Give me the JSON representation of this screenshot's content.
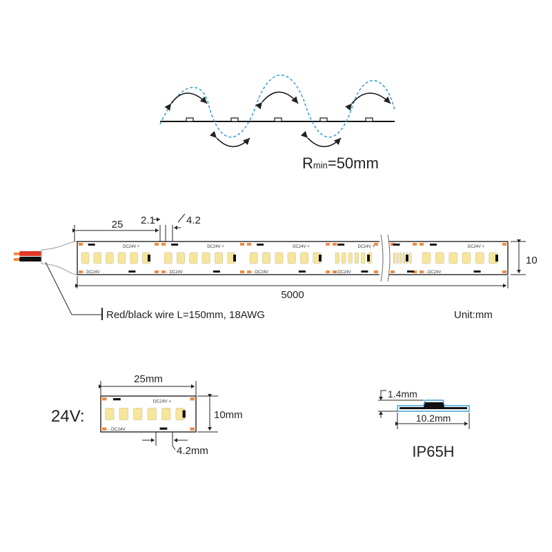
{
  "bend": {
    "r_main": "R",
    "r_sub": "min",
    "r_value": "=50mm"
  },
  "strip": {
    "dim_segment": "25",
    "dim_pad": "2.1",
    "dim_gap": "4.2",
    "dim_width": "10",
    "dim_length": "5000",
    "wire_note": "Red/black wire L=150mm, 18AWG",
    "unit": "Unit:mm",
    "label_dc": "DC24V",
    "plus": "+",
    "minus": "-"
  },
  "detail": {
    "voltage": "24V:",
    "dim_length": "25mm",
    "dim_width": "10mm",
    "dim_gap": "4.2mm"
  },
  "profile": {
    "thickness": "1.4mm",
    "width": "10.2mm",
    "rating": "IP65H"
  },
  "colors": {
    "led": "#f7e59a",
    "pad": "#f08a3e",
    "wave": "#3aa0d8",
    "wire_red": "#e23a2a",
    "wire_black": "#111111",
    "line": "#222222"
  }
}
